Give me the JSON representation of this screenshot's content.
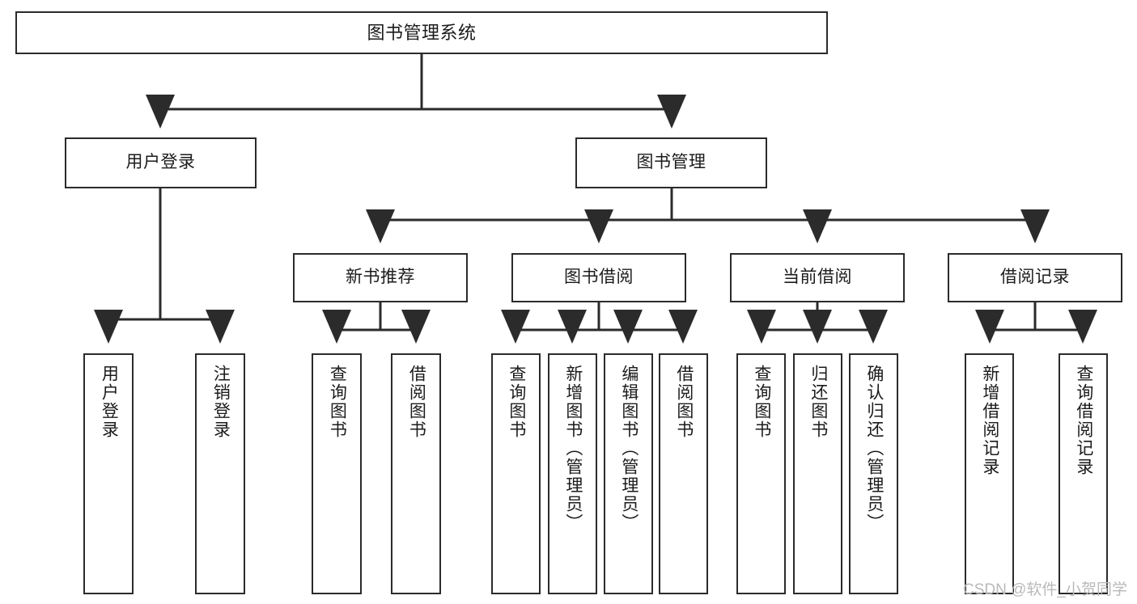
{
  "diagram": {
    "title": "图书管理系统",
    "type": "tree-structure-chart",
    "colors": {
      "box_border": "#2b2b2b",
      "box_fill": "#ffffff",
      "connector": "#2b2b2b",
      "text": "#1b1b1b",
      "watermark": "#b9b9b9"
    },
    "root": {
      "label": "图书管理系统"
    },
    "level2": [
      {
        "label": "用户登录"
      },
      {
        "label": "图书管理"
      }
    ],
    "level3": [
      {
        "label": "新书推荐"
      },
      {
        "label": "图书借阅"
      },
      {
        "label": "当前借阅"
      },
      {
        "label": "借阅记录"
      }
    ],
    "leaves": {
      "user_login": [
        {
          "label": "用户登录"
        },
        {
          "label": "注销登录"
        }
      ],
      "new_book_recommend": [
        {
          "label": "查询图书"
        },
        {
          "label": "借阅图书"
        }
      ],
      "book_borrow": [
        {
          "label": "查询图书"
        },
        {
          "label": "新增图书（管理员）"
        },
        {
          "label": "编辑图书（管理员）"
        },
        {
          "label": "借阅图书"
        }
      ],
      "current_borrow": [
        {
          "label": "查询图书"
        },
        {
          "label": "归还图书"
        },
        {
          "label": "确认归还（管理员）"
        }
      ],
      "borrow_record": [
        {
          "label": "新增借阅记录"
        },
        {
          "label": "查询借阅记录"
        }
      ]
    },
    "watermark": "CSDN @软件_小贺同学"
  }
}
